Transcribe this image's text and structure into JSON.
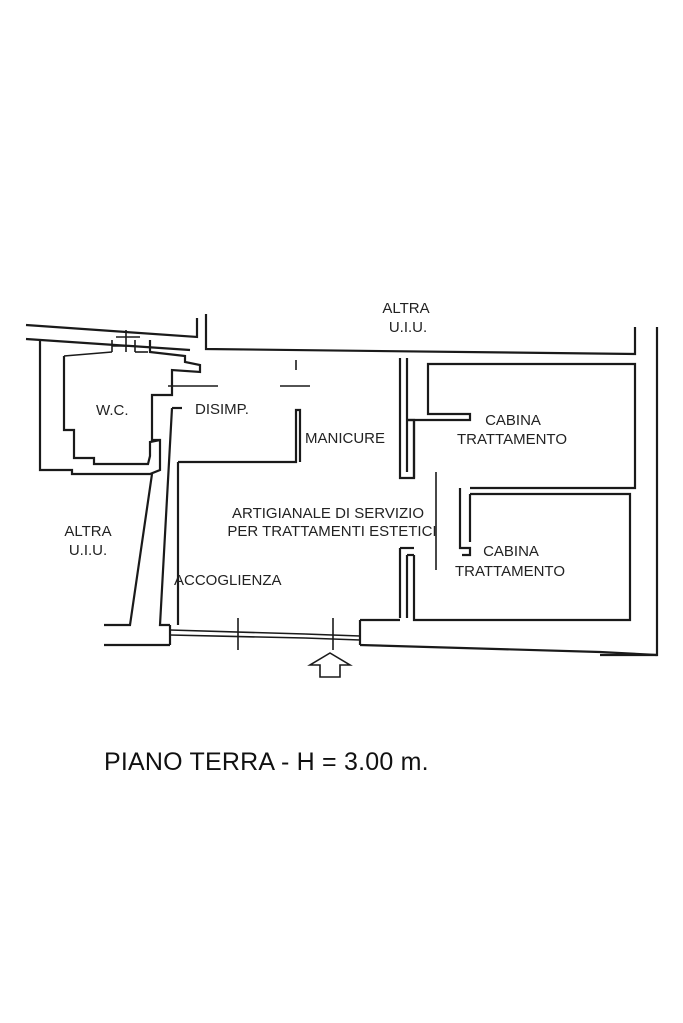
{
  "rooms": {
    "altra_top": [
      "ALTRA",
      "U.I.U."
    ],
    "altra_left": [
      "ALTRA",
      "U.I.U."
    ],
    "wc": "W.C.",
    "disimp": "DISIMP.",
    "manicure": "MANICURE",
    "cabina_1": [
      "CABINA",
      "TRATTAMENTO"
    ],
    "cabina_2": [
      "CABINA",
      "TRATTAMENTO"
    ],
    "main_room": [
      "ARTIGIANALE DI SERVIZIO",
      "PER TRATTAMENTI ESTETICI"
    ],
    "accoglienza": "ACCOGLIENZA"
  },
  "caption": "PIANO TERRA  -  H = 3.00 m."
}
